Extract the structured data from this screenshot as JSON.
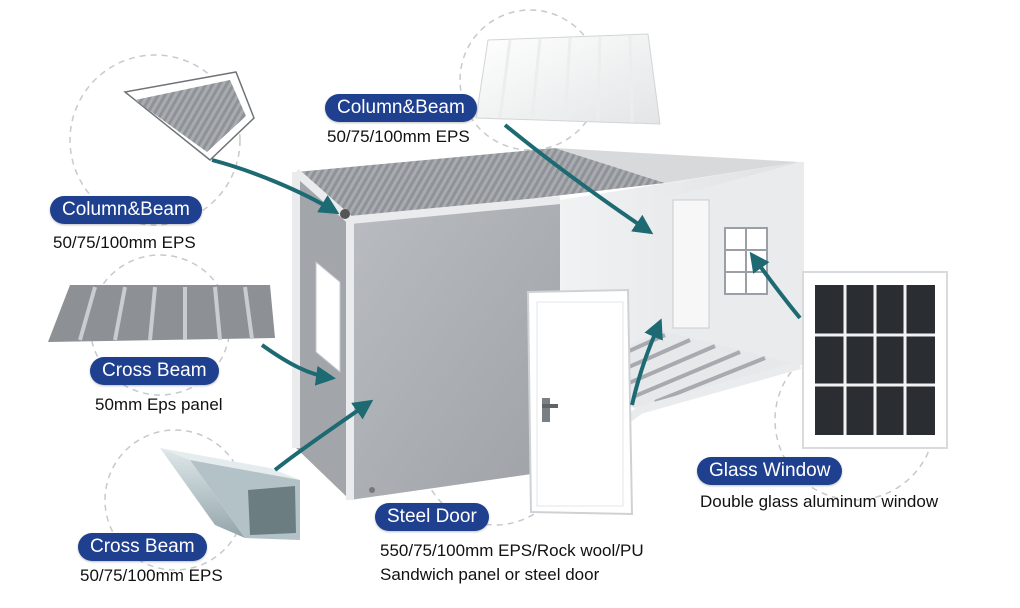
{
  "accent_color": "#1f3f8f",
  "arrow_color": "#1d6a73",
  "callouts": [
    {
      "title": "Column&Beam",
      "description": "50/75/100mm EPS",
      "icon": "roof-panel-icon"
    },
    {
      "title": "Column&Beam",
      "description": "50/75/100mm EPS",
      "icon": "corrugated-sheet-icon"
    },
    {
      "title": "Cross Beam",
      "description": "50mm Eps panel",
      "icon": "corrugated-panel-icon"
    },
    {
      "title": "Cross Beam",
      "description": "50/75/100mm EPS",
      "icon": "rectangular-tube-icon"
    },
    {
      "title": "Steel Door",
      "description_lines": [
        "550/75/100mm EPS/Rock wool/PU",
        "Sandwich panel or steel door"
      ],
      "icon": "steel-door-icon"
    },
    {
      "title": "Glass Window",
      "description": "Double glass aluminum window",
      "icon": "glass-window-icon"
    }
  ]
}
